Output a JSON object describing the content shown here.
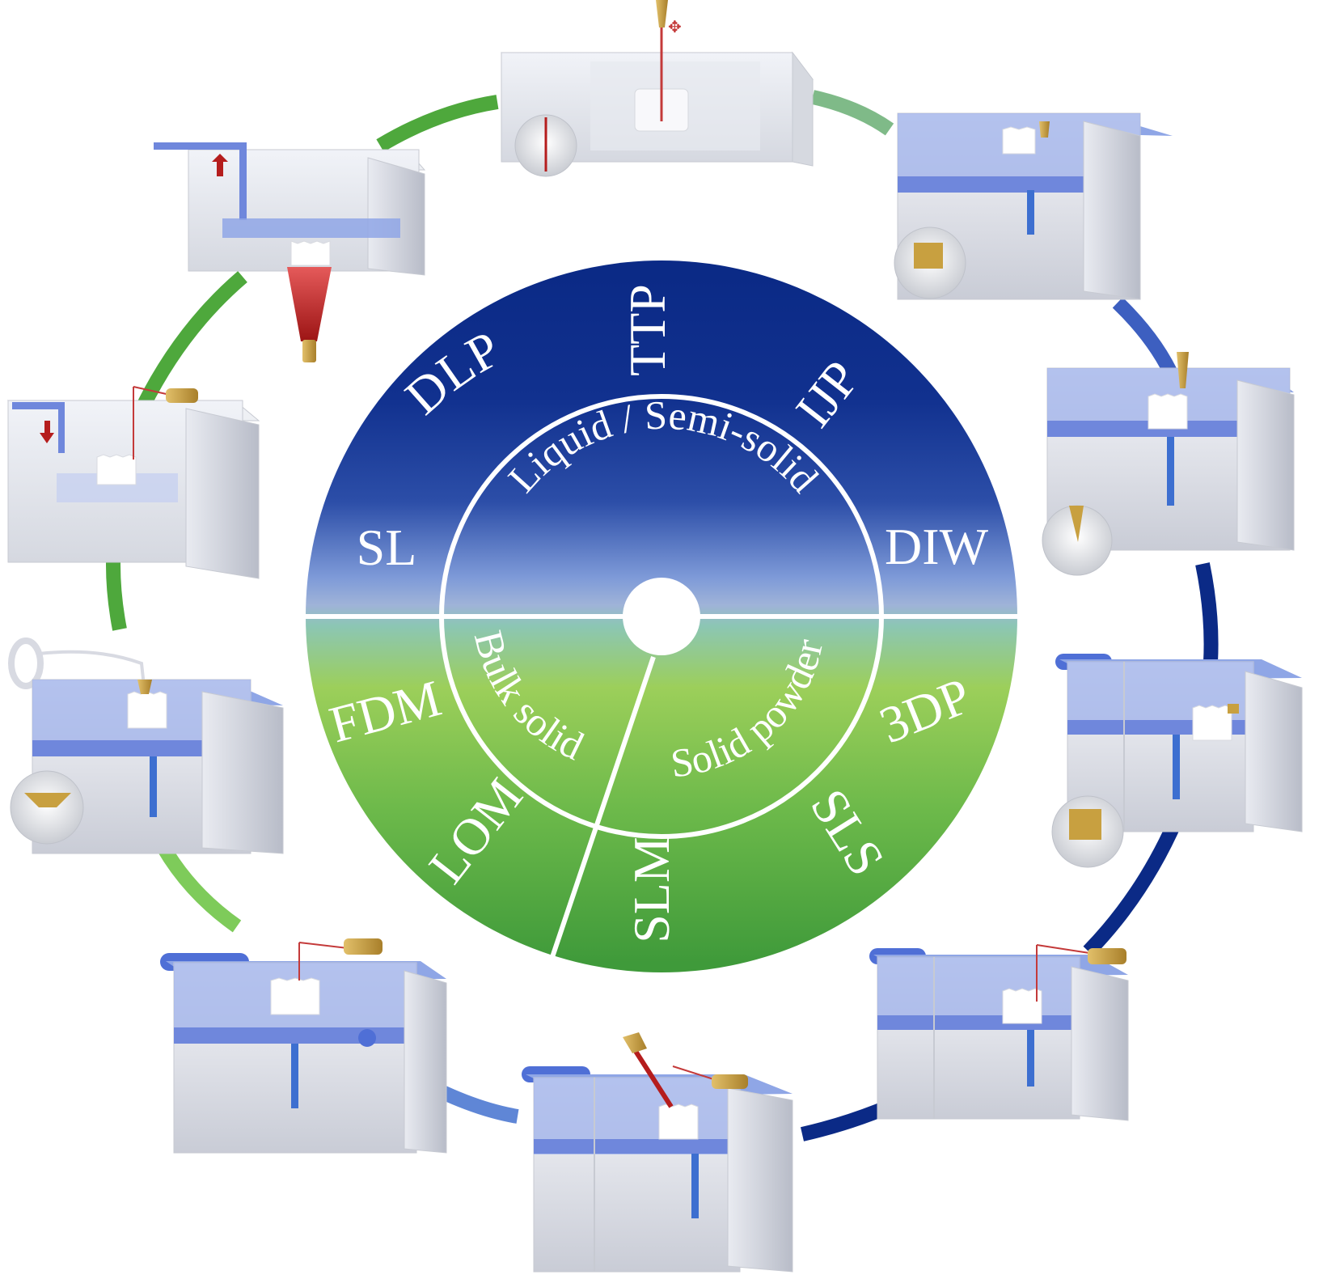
{
  "categories": {
    "liquid": "Liquid / Semi-solid",
    "bulk": "Bulk solid",
    "powder": "Solid powder"
  },
  "methods": {
    "sl": "SL",
    "dlp": "DLP",
    "ttp": "TTP",
    "ijp": "IJP",
    "diw": "DIW",
    "threedp": "3DP",
    "sls": "SLS",
    "slm": "SLM",
    "lom": "LOM",
    "fdm": "FDM"
  },
  "colors": {
    "navy": "#0b2a86",
    "blue_mid": "#3d5fc0",
    "blue_light": "#7e9ad8",
    "teal": "#8cc6b4",
    "green_light": "#9ccf5a",
    "green": "#4ea83c",
    "platform_blue": "#6f87dc",
    "brass": "#c8a040",
    "laser_red": "#b51d1d"
  },
  "icons": [
    "ttp-printer-icon",
    "ijp-printer-icon",
    "diw-printer-icon",
    "threedp-printer-icon",
    "sls-printer-icon",
    "slm-printer-icon",
    "lom-printer-icon",
    "fdm-printer-icon",
    "sl-printer-icon",
    "dlp-printer-icon"
  ]
}
